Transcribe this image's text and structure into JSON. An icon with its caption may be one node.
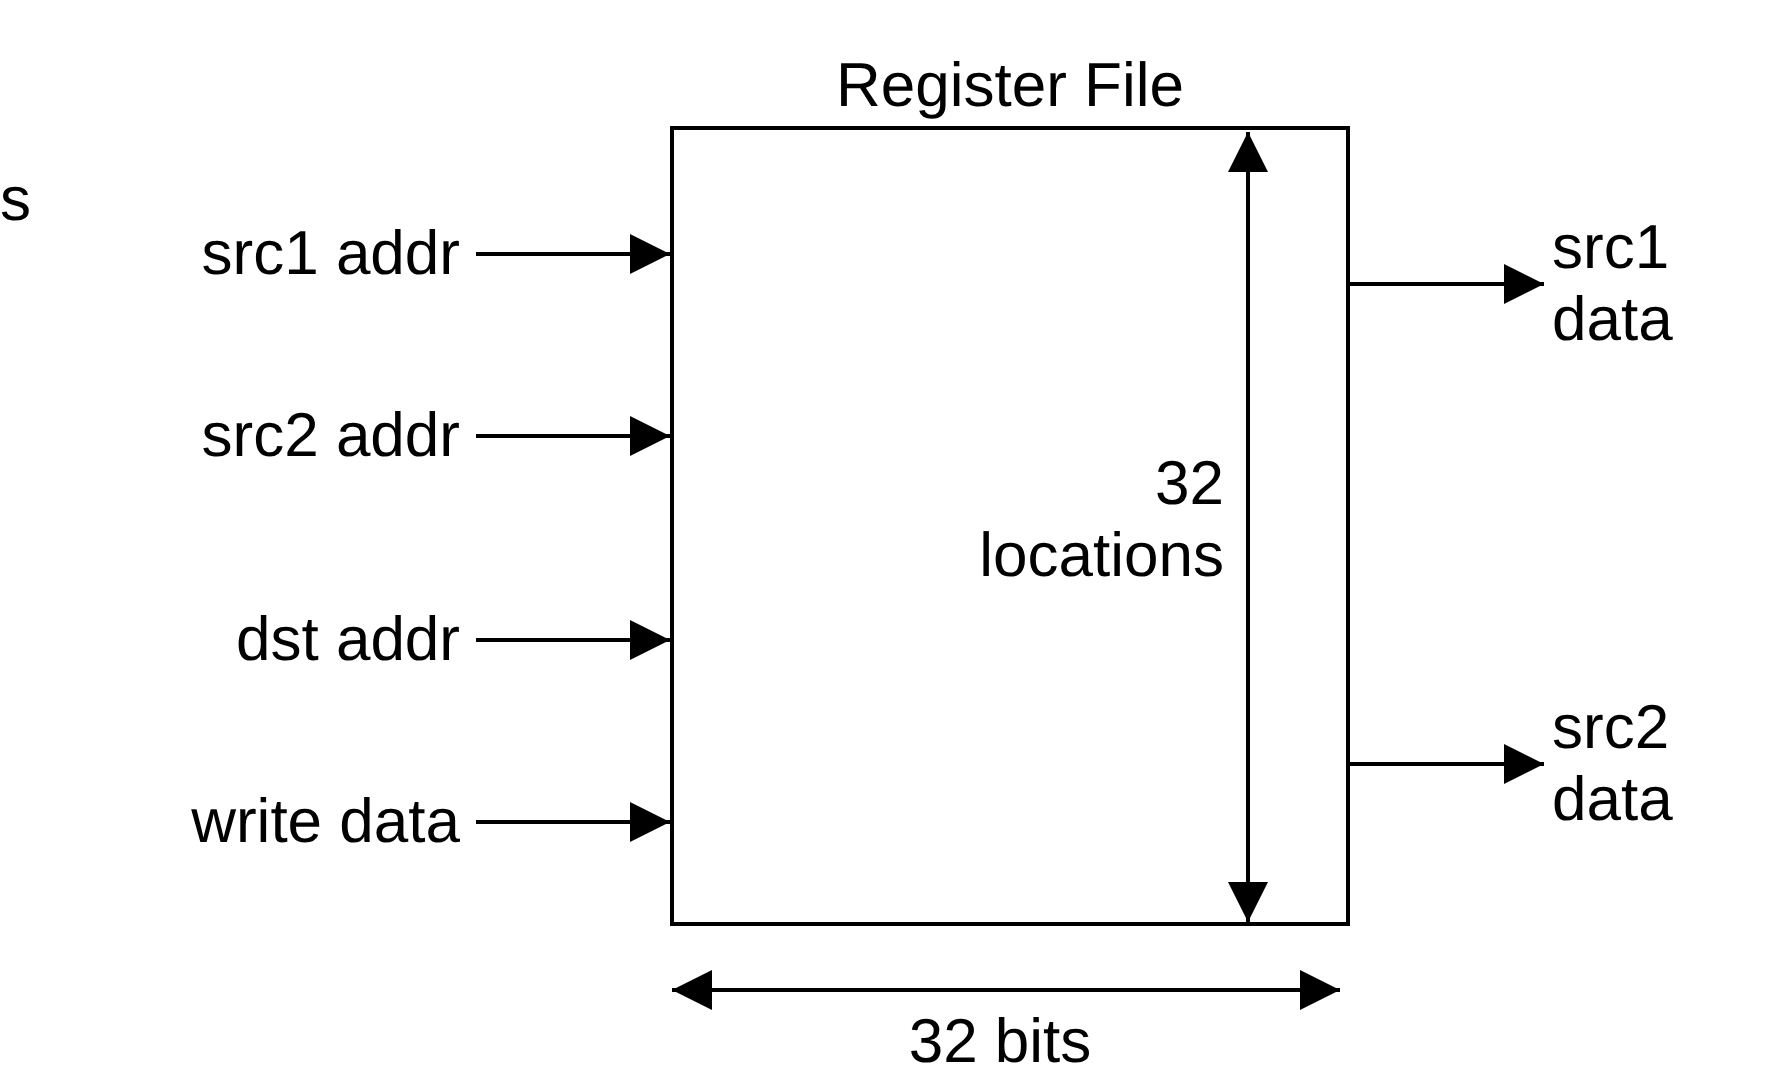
{
  "diagram": {
    "nodes": [
      {
        "text": [
          "Register File"
        ]
      },
      {
        "text": [
          "src1 addr"
        ]
      },
      {
        "text": [
          "src2 addr"
        ]
      },
      {
        "text": [
          "dst addr"
        ]
      },
      {
        "text": [
          "write data"
        ]
      },
      {
        "text": [
          "src1 data"
        ]
      },
      {
        "text": [
          "src2 data"
        ]
      }
    ],
    "edges": [
      {
        "from": 1,
        "to": 0,
        "arrow": "to"
      },
      {
        "from": 2,
        "to": 0,
        "arrow": "to"
      },
      {
        "from": 3,
        "to": 0,
        "arrow": "to"
      },
      {
        "from": 4,
        "to": 0,
        "arrow": "to"
      },
      {
        "from": 0,
        "to": 5,
        "arrow": "to"
      },
      {
        "from": 0,
        "to": 6,
        "arrow": "to"
      }
    ],
    "labels": [
      "s",
      "32 locations",
      "32 bits"
    ]
  }
}
